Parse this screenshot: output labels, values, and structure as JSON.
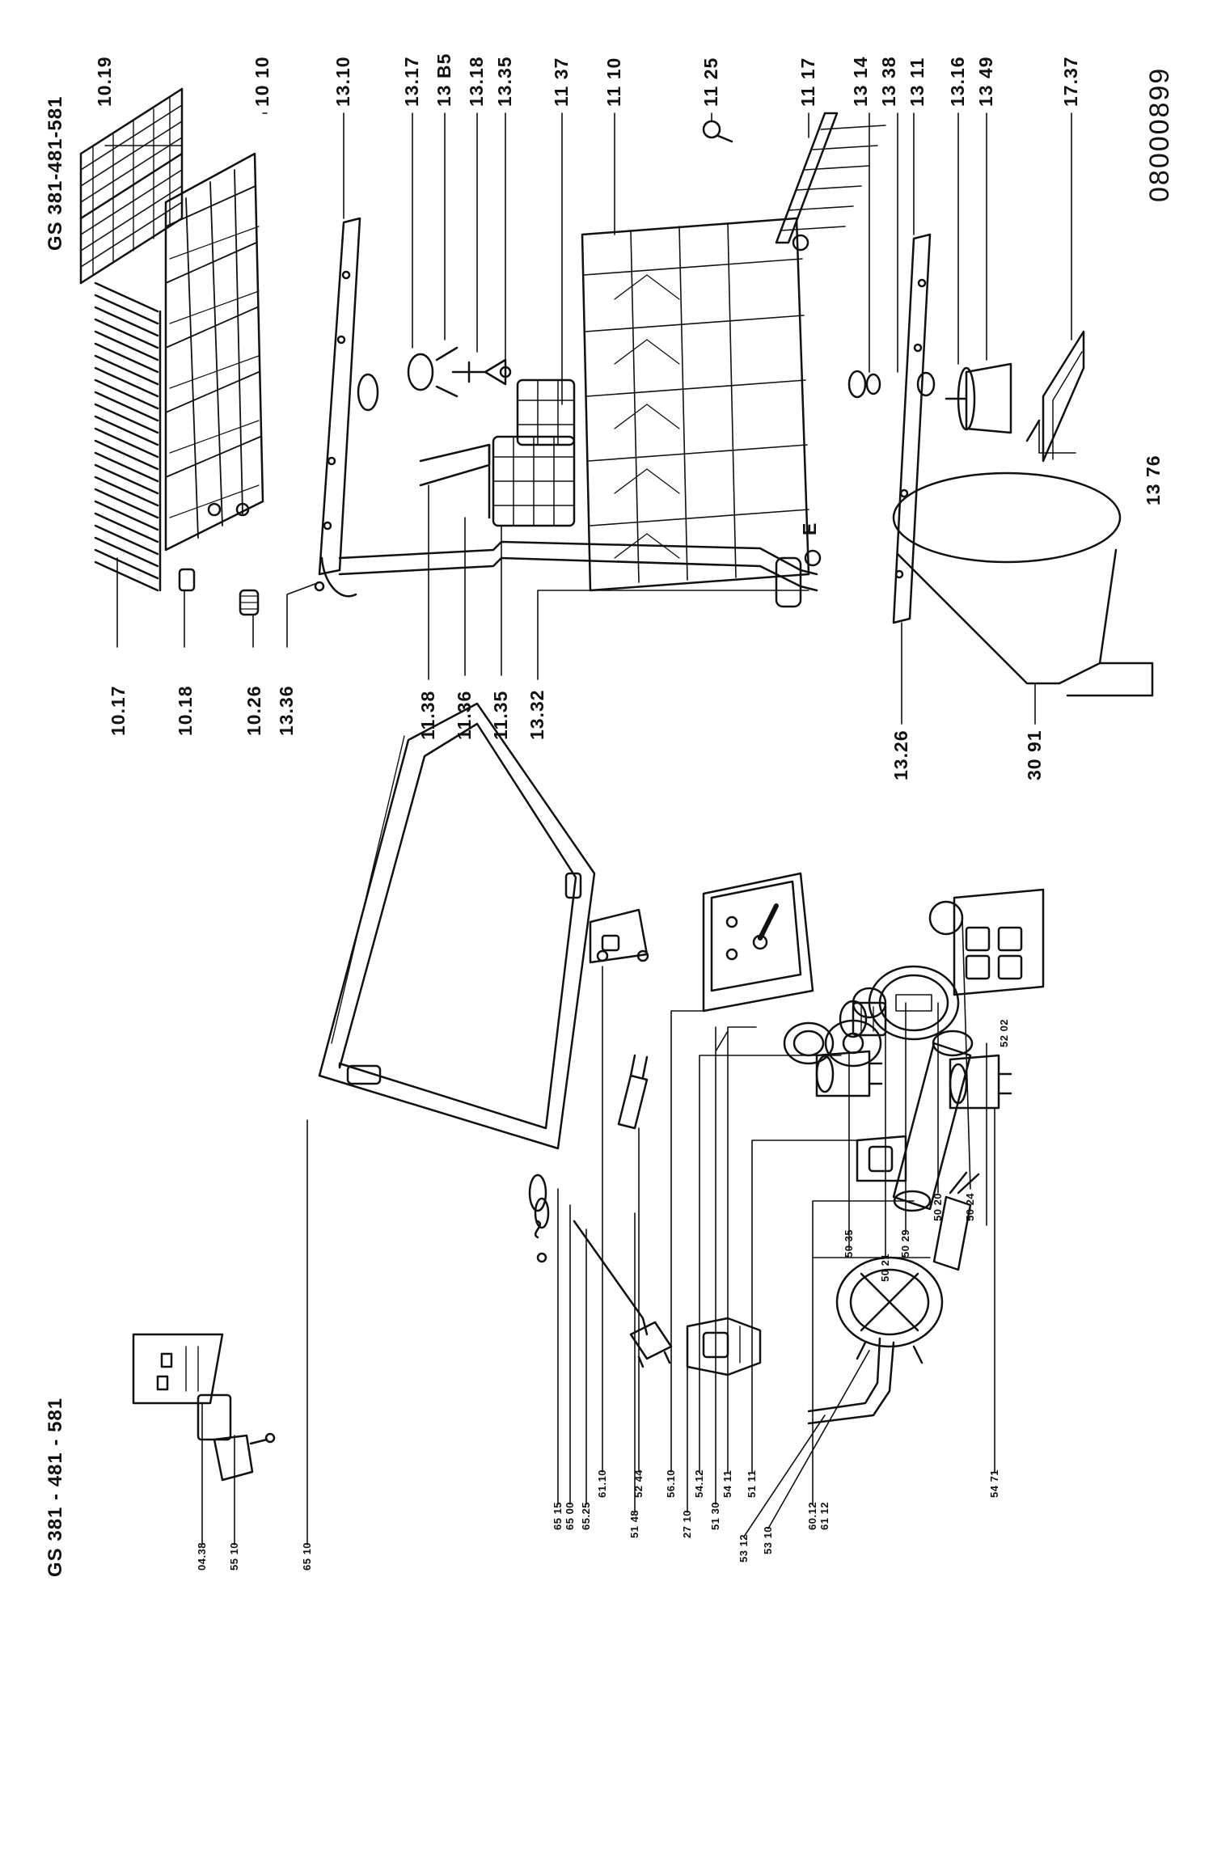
{
  "titles": {
    "left_panel": "GS 381-481-581",
    "right_panel": "GS 381 - 481 - 581"
  },
  "document_number": "08000899",
  "top_section_labels": {
    "row1": [
      "10.17",
      "10.18",
      "10.26",
      "13.36",
      "11.38",
      "11.36",
      "11.35",
      "13.32",
      "13.26",
      "30 91"
    ],
    "row2": [
      "10.19",
      "10 10",
      "13.10",
      "13.17",
      "13 B5",
      "13.18",
      "13.35",
      "11 37",
      "11 10",
      "11 25",
      "11 17",
      "13 14",
      "13 38",
      "13 11",
      "13.16",
      "13 49",
      "17.37"
    ],
    "extra": [
      "13 76"
    ],
    "marker": "E"
  },
  "bottom_section_labels": {
    "group_a": [
      "04.38",
      "55 10",
      "65 10",
      "65 15",
      "65 00",
      "65.25",
      "51 48",
      "27 10",
      "51 30",
      "53 12",
      "53 10",
      "60.12",
      "61 12"
    ],
    "group_b": [
      "61.10",
      "52 44",
      "56.10",
      "54.12",
      "54 11",
      "51 11",
      "54 71"
    ],
    "group_c": [
      "52 02",
      "50 35",
      "50 21",
      "50 29",
      "50 20",
      "50 24"
    ]
  }
}
